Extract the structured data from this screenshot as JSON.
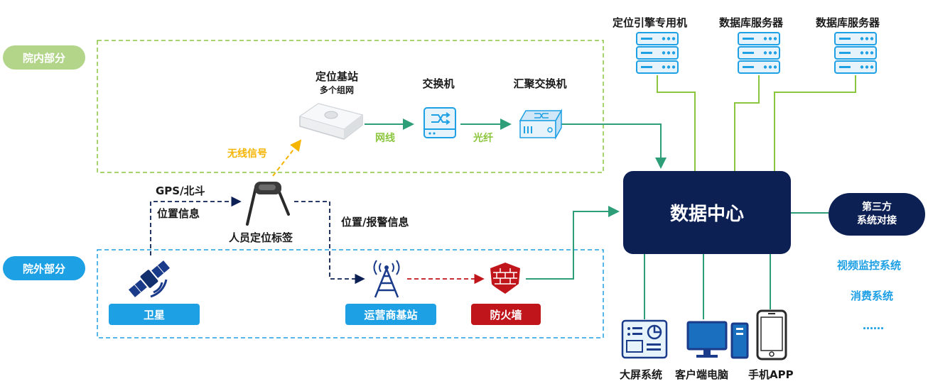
{
  "colors": {
    "green": "#8cc63f",
    "navy": "#0d2054",
    "blue": "#1ea0e4",
    "red": "#c0161b",
    "yellow": "#f5b400",
    "teal_line": "#2e9e78"
  },
  "regions": {
    "inside_label": "院内部分",
    "outside_label": "院外部分"
  },
  "nodes": {
    "base_station": {
      "title": "定位基站",
      "subtitle": "多个组网",
      "icon": "access-point-icon"
    },
    "switch": {
      "title": "交换机",
      "icon": "switch-icon"
    },
    "agg_switch": {
      "title": "汇聚交换机",
      "icon": "aggregation-switch-icon"
    },
    "locator_server": {
      "title": "定位引擎专用机",
      "icon": "server-icon"
    },
    "db_server_1": {
      "title": "数据库服务器",
      "icon": "server-icon"
    },
    "db_server_2": {
      "title": "数据库服务器",
      "icon": "server-icon"
    },
    "data_center": {
      "title": "数据中心"
    },
    "third_party": {
      "line1": "第三方",
      "line2": "系统对接"
    },
    "tag": {
      "title": "人员定位标签",
      "icon": "wristband-tag-icon"
    },
    "satellite": {
      "title": "卫星",
      "icon": "satellite-icon"
    },
    "carrier_bs": {
      "title": "运营商基站",
      "icon": "cell-tower-icon"
    },
    "firewall": {
      "title": "防火墙",
      "icon": "firewall-icon"
    },
    "big_screen": {
      "title": "大屏系统",
      "icon": "dashboard-icon"
    },
    "pc_client": {
      "title": "客户端电脑",
      "icon": "desktop-computer-icon"
    },
    "mobile_app": {
      "title": "手机APP",
      "icon": "smartphone-icon"
    }
  },
  "edge_labels": {
    "cable": "网线",
    "fiber": "光纤",
    "wireless": "无线信号",
    "gps": "GPS/北斗",
    "position_info": "位置信息",
    "position_alarm": "位置/报警信息"
  },
  "third_party_systems": [
    "视频监控系统",
    "消费系统",
    "……"
  ]
}
